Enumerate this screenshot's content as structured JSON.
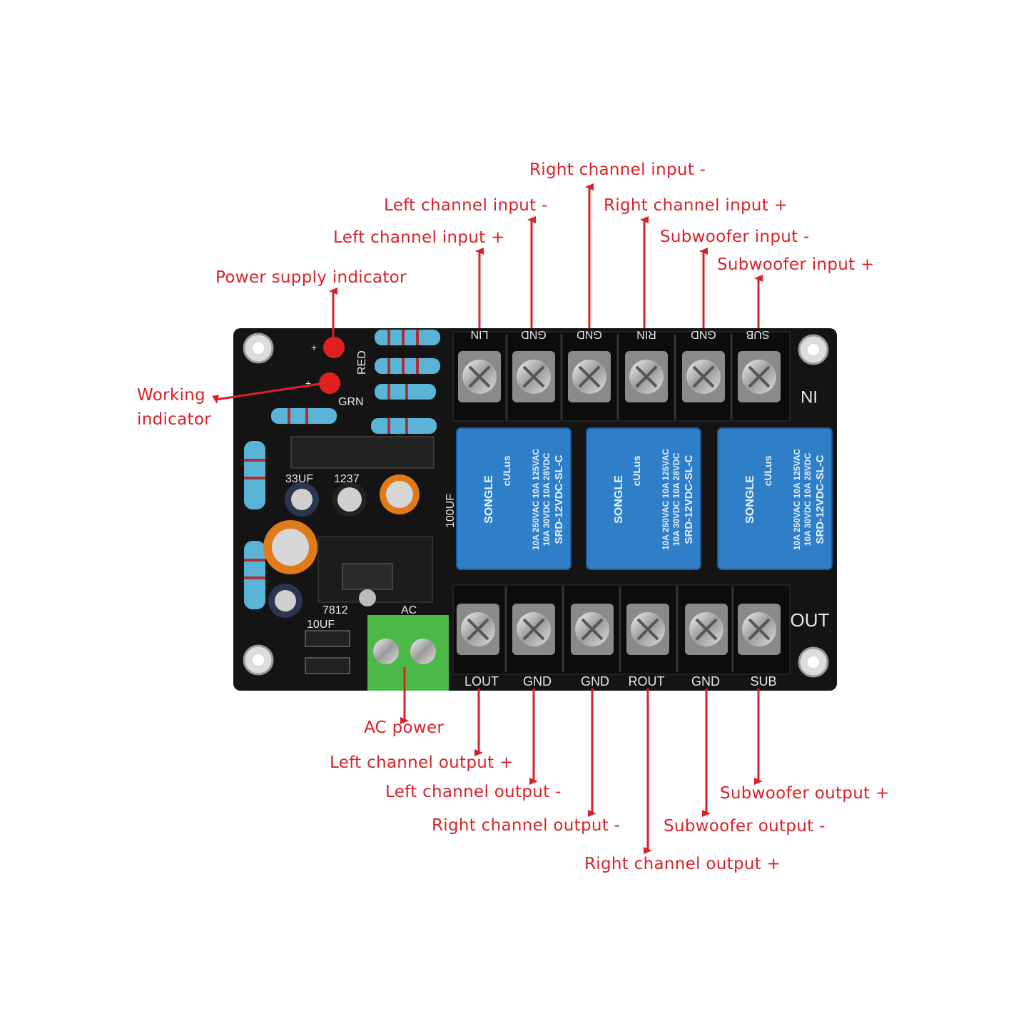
{
  "colors": {
    "annotation": "#d8222a",
    "pcb": "#141414",
    "relay": "#2f7fc8",
    "terminal_green": "#4cb848"
  },
  "labels": {
    "right_channel_input_minus": "Right channel input -",
    "left_channel_input_minus": "Left channel input -",
    "right_channel_input_plus": "Right channel input +",
    "left_channel_input_plus": "Left channel input +",
    "subwoofer_input_minus": "Subwoofer input -",
    "subwoofer_input_plus": "Subwoofer input +",
    "power_supply_indicator": "Power supply indicator",
    "working_indicator_line1": "Working",
    "working_indicator_line2": "indicator",
    "ac_power": "AC power",
    "left_channel_output_plus": "Left channel output +",
    "left_channel_output_minus": "Left channel output -",
    "right_channel_output_minus": "Right channel output -",
    "right_channel_output_plus": "Right channel output +",
    "subwoofer_output_minus": "Subwoofer output -",
    "subwoofer_output_plus": "Subwoofer output +"
  },
  "board": {
    "top_terminals": [
      "LIN",
      "GND",
      "GND",
      "RIN",
      "GND",
      "SUB"
    ],
    "bottom_terminals": [
      "LOUT",
      "GND",
      "GND",
      "ROUT",
      "GND",
      "SUB"
    ],
    "in_label": "IN",
    "out_label": "OUT",
    "led_red": "RED",
    "led_green": "GRN",
    "plus": "+",
    "cap_labels": [
      "33UF",
      "1237",
      "100UF",
      "10UF",
      "7812",
      "AC"
    ],
    "relay": {
      "brand": "SONGLE",
      "line1": "10A 250VAC  10A  125VAC",
      "line2": "10A  30VDC  10A  28VDC",
      "model": "SRD-12VDC-SL-C",
      "cert": "cULus"
    }
  }
}
